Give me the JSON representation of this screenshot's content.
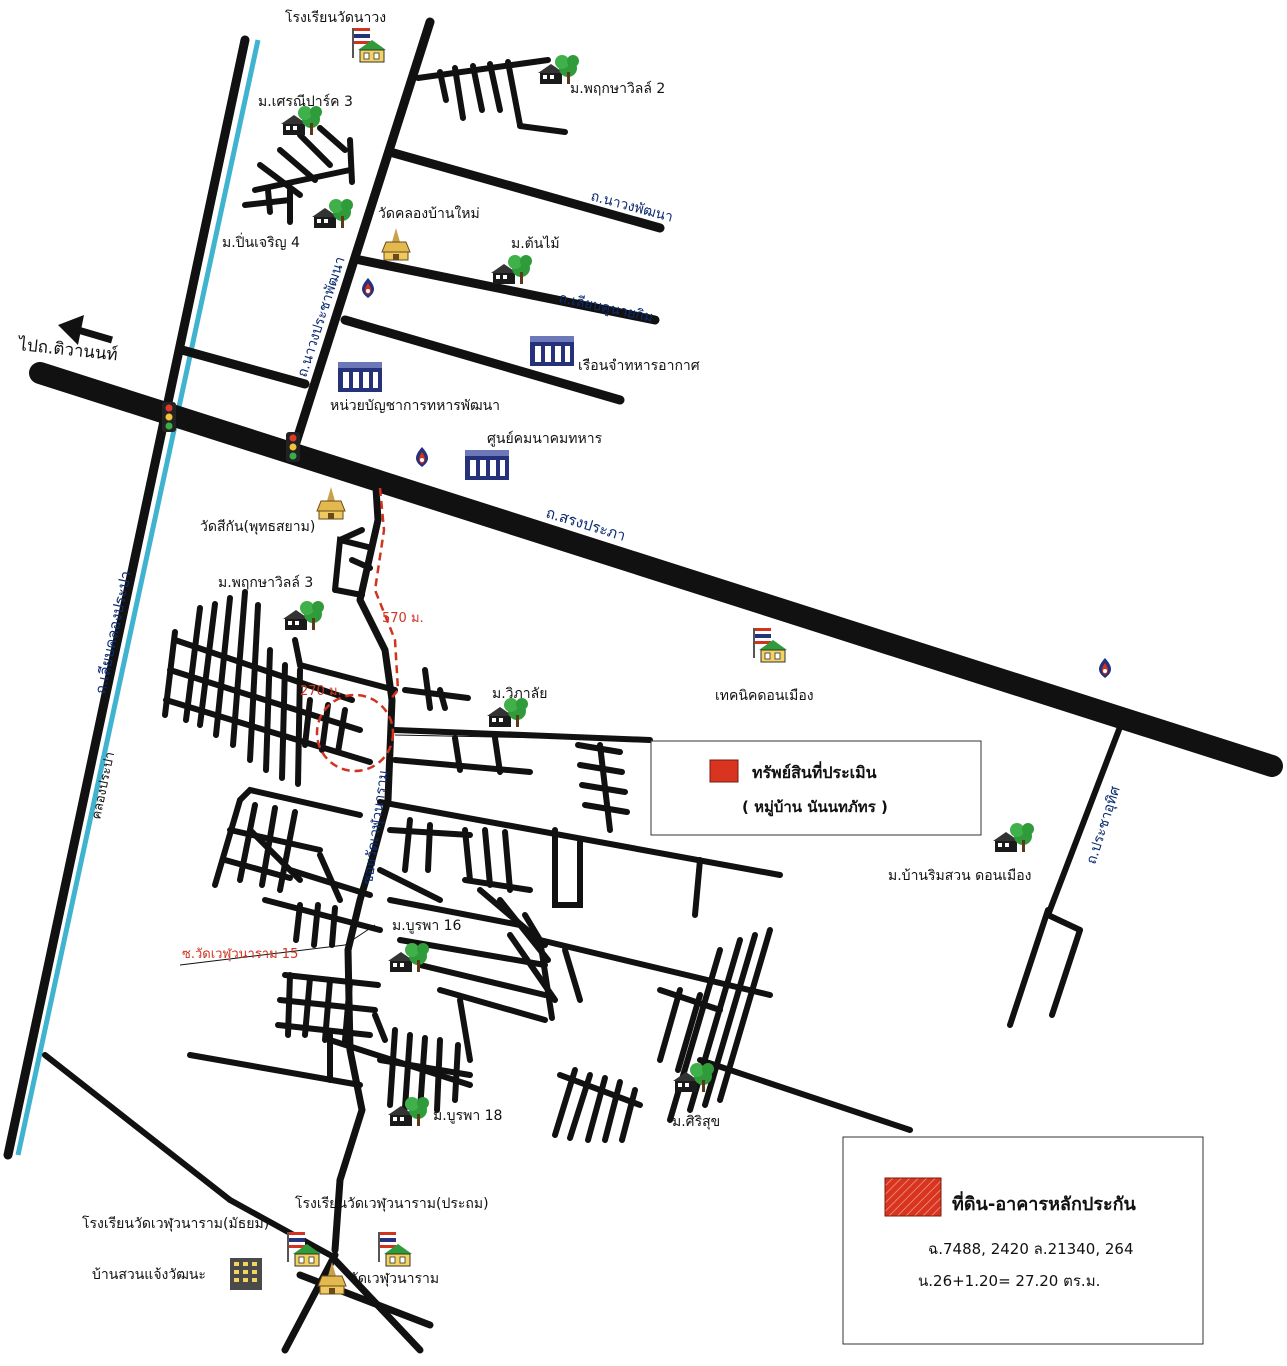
{
  "labels": {
    "school_nawang": "โรงเรียนวัดนาวง",
    "phruksa2": "ม.พฤกษาวิลล์ 2",
    "sarani3": "ม.เศรณีปาร์ค 3",
    "nawang_phatthana_rd": "ถ.นาวงพัฒนา",
    "wat_khlong_ban_mai": "วัดคลองบ้านใหม่",
    "pinjaroen4": "ม.ปิ่นเจริญ 4",
    "ton_mai": "ม.ต้นไม้",
    "nawang_pracha_rd": "ถ.นาวงประชาพัฒนา",
    "liap_khu_nayok_rd": "ถ.เลียบคูนายกิม",
    "to_tiwanon": "ไปถ.ติวานนท์",
    "air_force_homes": "เรือนจำทหารอากาศ",
    "mil_command": "หน่วยบัญชาการทหารพัฒนา",
    "comm_center": "ศูนย์คมนาคมทหาร",
    "wat_si_kan": "วัดสีกัน(พุทธสยาม)",
    "songprapha_rd": "ถ.สรงประภา",
    "phruksa3": "ม.พฤกษาวิลล์ 3",
    "dist_570": "570 ม.",
    "dist_270": "270 ม.",
    "wiphalai": "ม.วิภาลัย",
    "technic_donmueang": "เทคนิคดอนเมือง",
    "liap_khlong_prapa_rd": "ถ.เลียบคลองประปา",
    "khlong_prapa": "คลองประปา",
    "soi_wat_wehu": "ซอยวัดเวฬุวนาราม",
    "pracha_uthit_rd": "ถ.ประชาอุทิศ",
    "ban_rim_suan": "ม.บ้านริมสวน ดอนเมือง",
    "burapha16": "ม.บูรพา 16",
    "soi_wehu15": "ซ.วัดเวฬุวนาราม 15",
    "burapha18": "ม.บูรพา 18",
    "sirisuk": "ม.ศิริสุข",
    "school_wehu_primary": "โรงเรียนวัดเวฬุวนาราม(ประถม)",
    "school_wehu_secondary": "โรงเรียนวัดเวฬุวนาราม(มัธยม)",
    "ban_suan_chaeng": "บ้านสวนแจ้งวัฒนะ",
    "wat_wehu": "วัดเวฬุวนาราม"
  },
  "legend_subject": {
    "title": "ทรัพย์สินที่ประเมิน",
    "subtitle": "( หมู่บ้าน นันนทภัทร )",
    "swatch_color": "#d8341f"
  },
  "legend_collateral": {
    "title": "ที่ดิน-อาคารหลักประกัน",
    "line1": "ฉ.7488, 2420 ล.21340, 264",
    "line2": "น.26+1.20= 27.20 ตร.ม.",
    "swatch_color": "#d8341f"
  },
  "colors": {
    "road": "#111111",
    "canal": "#3fb3cf",
    "route": "#d2331f",
    "tree": "#2f9b3a",
    "building_blue": "#25317a",
    "flag_red": "#d2331f"
  },
  "icons": [
    "traffic-light-icon",
    "temple-icon",
    "school-icon",
    "tree-house-icon",
    "gas-station-icon",
    "government-building-icon",
    "apartment-icon",
    "arrow-left-icon"
  ]
}
